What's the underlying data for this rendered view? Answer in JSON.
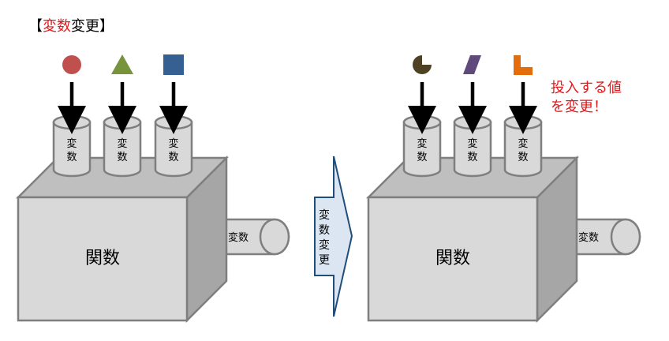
{
  "title": {
    "bracket_open": "【",
    "highlight": "変数",
    "rest": "変更",
    "bracket_close": "】"
  },
  "left_machine": {
    "function_label": "関数",
    "input_labels": [
      "変数",
      "変数",
      "変数"
    ],
    "output_label": "変数",
    "input_shapes": [
      {
        "shape": "circle",
        "color": "#c0504d"
      },
      {
        "shape": "triangle",
        "color": "#77933c"
      },
      {
        "shape": "square",
        "color": "#366092"
      }
    ]
  },
  "transition_arrow": {
    "label": "変数変更"
  },
  "right_machine": {
    "function_label": "関数",
    "input_labels": [
      "変数",
      "変数",
      "変数"
    ],
    "output_label": "変数",
    "input_shapes": [
      {
        "shape": "pacman",
        "color": "#4f4224"
      },
      {
        "shape": "parallelogram",
        "color": "#604a7b"
      },
      {
        "shape": "l-shape",
        "color": "#e46c0a"
      }
    ]
  },
  "note": {
    "line1": "投入する値",
    "line2": "を変更！"
  }
}
